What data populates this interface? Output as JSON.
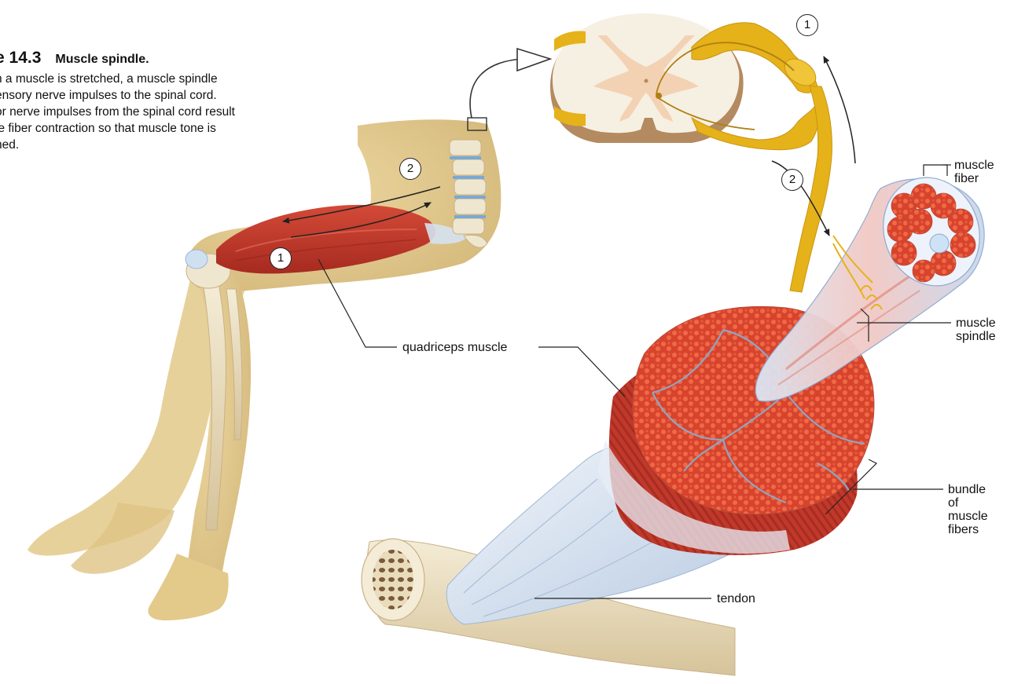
{
  "figure": {
    "number": "e 14.3",
    "title": "Muscle spindle.",
    "body_lines": [
      "n a muscle is stretched, a muscle spindle",
      "ensory nerve impulses to the spinal cord.",
      "or nerve impulses from the spinal cord result",
      "le fiber contraction so that muscle tone is",
      "ned."
    ]
  },
  "labels": {
    "quadriceps": "quadriceps muscle",
    "muscle_fiber": [
      "muscle",
      "fiber"
    ],
    "muscle_spindle": [
      "muscle",
      "spindle"
    ],
    "bundle": [
      "bundle",
      "of",
      "muscle",
      "fibers"
    ],
    "tendon": "tendon"
  },
  "steps": {
    "leg_1": "1",
    "leg_2": "2",
    "cord_1": "1",
    "cord_2": "2"
  },
  "colors": {
    "skin": "#e6cc8e",
    "skin_shade": "#c9ab6a",
    "muscle": "#c8362a",
    "muscle_light": "#e0533c",
    "tendon": "#dce6f2",
    "bone": "#efe6cf",
    "nerve": "#e6b21a",
    "cord_white": "#f6f0e3",
    "cord_gray": "#f3d2b4"
  }
}
